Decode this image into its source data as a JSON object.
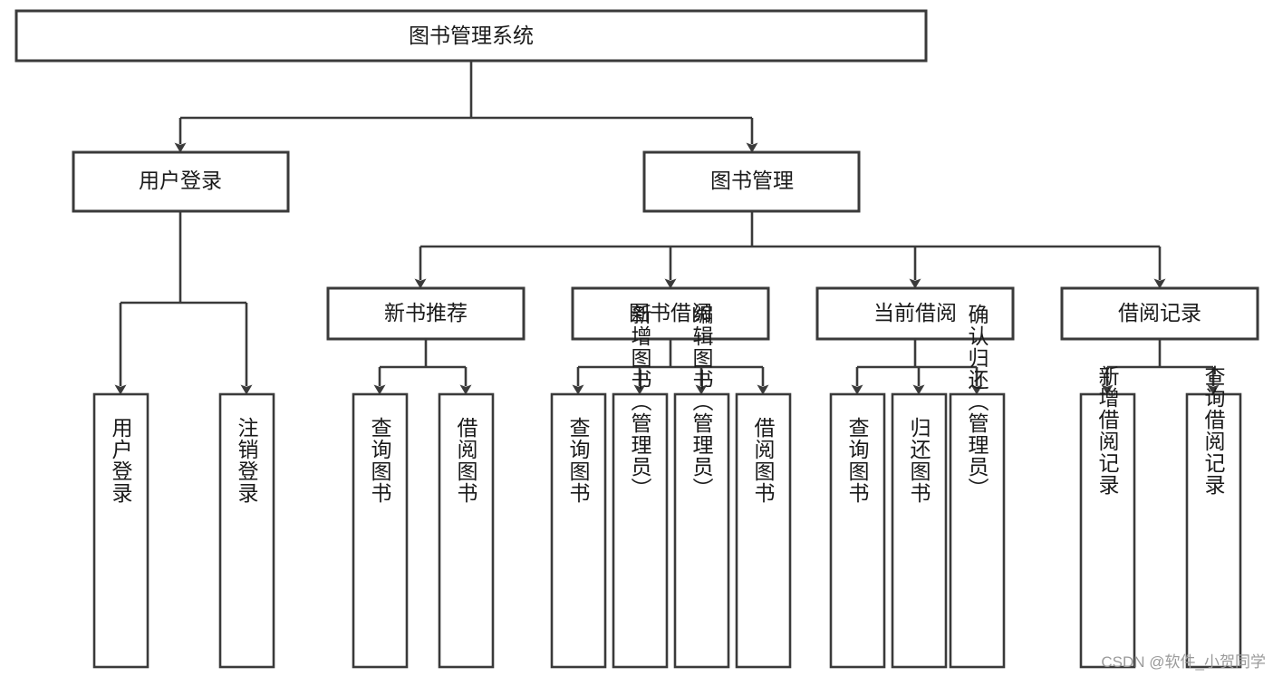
{
  "diagram": {
    "type": "hierarchy-tree",
    "title_node": {
      "id": "root",
      "label": "图书管理系统"
    },
    "level2": [
      {
        "id": "user-login",
        "label": "用户登录"
      },
      {
        "id": "book-manage",
        "label": "图书管理"
      }
    ],
    "level3": [
      {
        "id": "new-book-recommend",
        "label": "新书推荐",
        "parent": "book-manage"
      },
      {
        "id": "book-borrow",
        "label": "图书借阅",
        "parent": "book-manage"
      },
      {
        "id": "current-borrow",
        "label": "当前借阅",
        "parent": "book-manage"
      },
      {
        "id": "borrow-record",
        "label": "借阅记录",
        "parent": "book-manage"
      }
    ],
    "leaves": [
      {
        "id": "leaf-user-login",
        "label": "用户登录",
        "parent": "user-login"
      },
      {
        "id": "leaf-logout-login",
        "label": "注销登录",
        "parent": "user-login"
      },
      {
        "id": "leaf-query-book-1",
        "label": "查询图书",
        "parent": "new-book-recommend"
      },
      {
        "id": "leaf-borrow-book-1",
        "label": "借阅图书",
        "parent": "new-book-recommend"
      },
      {
        "id": "leaf-query-book-2",
        "label": "查询图书",
        "parent": "book-borrow"
      },
      {
        "id": "leaf-add-book",
        "label": "新增图书（管理员）",
        "parent": "book-borrow"
      },
      {
        "id": "leaf-edit-book",
        "label": "编辑图书（管理员）",
        "parent": "book-borrow"
      },
      {
        "id": "leaf-borrow-book-2",
        "label": "借阅图书",
        "parent": "book-borrow"
      },
      {
        "id": "leaf-query-book-3",
        "label": "查询图书",
        "parent": "current-borrow"
      },
      {
        "id": "leaf-return-book",
        "label": "归还图书",
        "parent": "current-borrow"
      },
      {
        "id": "leaf-confirm-return",
        "label": "确认归还（管理员）",
        "parent": "current-borrow"
      },
      {
        "id": "leaf-add-record",
        "label": "新增借阅记录",
        "parent": "borrow-record"
      },
      {
        "id": "leaf-query-record",
        "label": "查询借阅记录",
        "parent": "borrow-record"
      }
    ],
    "colors": {
      "stroke": "#3a3a3a",
      "fill": "#ffffff",
      "text": "#1a1a1a",
      "watermark": "#9a9a9a"
    }
  },
  "watermark": {
    "text": "CSDN @软件_小贺同学"
  }
}
